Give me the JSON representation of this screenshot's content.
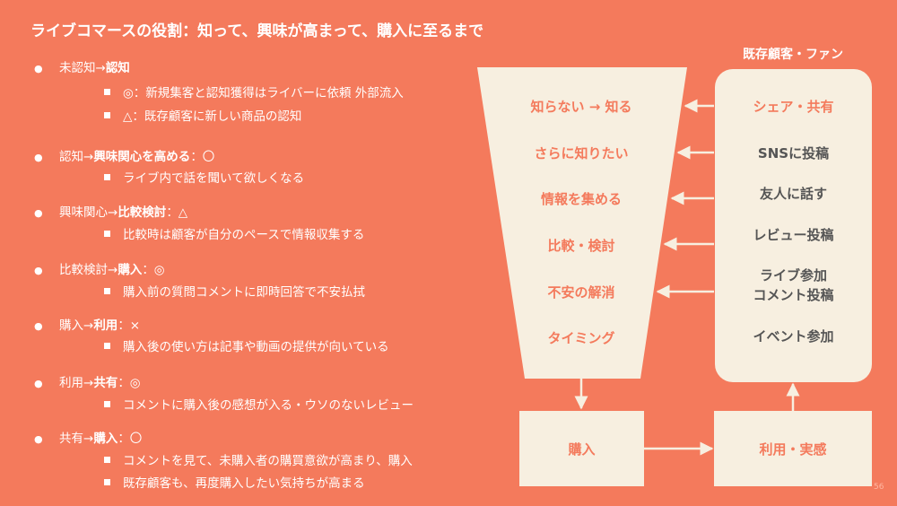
{
  "title": "ライブコマースの役割：知って、興味が高まって、購入に至るまで",
  "list": [
    {
      "pre": "未認知→",
      "bold": "認知",
      "post": "",
      "subs": [
        "◎：新規集客と認知獲得はライバーに依頼 外部流入",
        "△：既存顧客に新しい商品の認知"
      ]
    },
    {
      "pre": "認知→",
      "bold": "興味関心を高める",
      "post": "：〇",
      "subs": [
        "ライブ内で話を聞いて欲しくなる"
      ]
    },
    {
      "pre": "興味関心→",
      "bold": "比較検討",
      "post": "：△",
      "subs": [
        "比較時は顧客が自分のペースで情報収集する"
      ]
    },
    {
      "pre": "比較検討→",
      "bold": "購入",
      "post": "：◎",
      "subs": [
        "購入前の質問コメントに即時回答で不安払拭"
      ]
    },
    {
      "pre": "購入→",
      "bold": "利用",
      "post": "：×",
      "subs": [
        "購入後の使い方は記事や動画の提供が向いている"
      ]
    },
    {
      "pre": "利用→",
      "bold": "共有",
      "post": "：◎",
      "subs": [
        "コメントに購入後の感想が入る・ウソのないレビュー"
      ]
    },
    {
      "pre": "共有→",
      "bold": "購入",
      "post": "：〇",
      "subs": [
        "コメントを見て、未購入者の購買意欲が高まり、購入",
        "既存顧客も、再度購入したい気持ちが高まる"
      ]
    }
  ],
  "funnel": [
    "知らない → 知る",
    "さらに知りたい",
    "情報を集める",
    "比較・検討",
    "不安の解消",
    "タイミング"
  ],
  "fans": {
    "title": "既存顧客・ファン",
    "items": [
      "シェア・共有",
      "SNSに投稿",
      "友人に話す",
      "レビュー投稿",
      "ライブ参加",
      "コメント投稿",
      "イベント参加"
    ]
  },
  "purchase": "購入",
  "usage": "利用・実感",
  "page_number": "56",
  "colors": {
    "background": "#F47A5C",
    "panel": "#F7EFE0",
    "accent": "#F47A5C",
    "text_dark": "#555555"
  }
}
